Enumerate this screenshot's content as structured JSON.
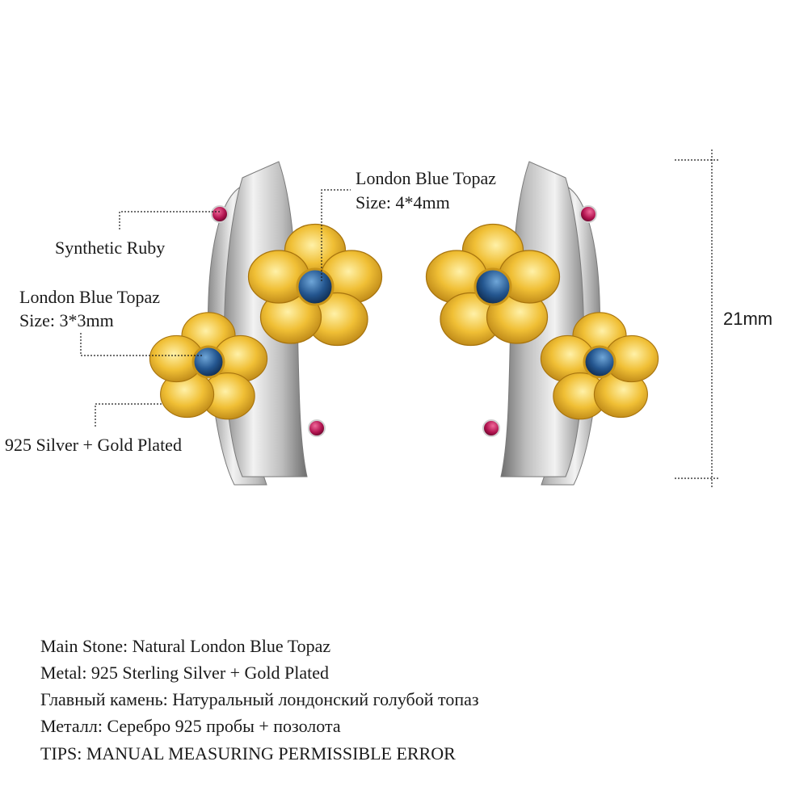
{
  "annotations": {
    "topaz_large": {
      "name": "London Blue Topaz",
      "size": "Size: 4*4mm"
    },
    "ruby": {
      "name": "Synthetic Ruby"
    },
    "topaz_small": {
      "name": "London Blue Topaz",
      "size": "Size: 3*3mm"
    },
    "metal": {
      "name": "925 Silver + Gold Plated"
    }
  },
  "dimension": {
    "height_label": "21mm"
  },
  "specs": [
    "Main Stone: Natural London Blue Topaz",
    "Metal: 925 Sterling Silver + Gold Plated",
    "Главный камень: Натуральный лондонский голубой топаз",
    "Металл: Серебро 925 пробы + позолота",
    "TIPS: MANUAL MEASURING PERMISSIBLE ERROR"
  ],
  "colors": {
    "gold": "#e9b52b",
    "gold_dark": "#b8860b",
    "silver": "#d9d9d9",
    "topaz": "#1f4f8a",
    "ruby": "#b0124e"
  }
}
